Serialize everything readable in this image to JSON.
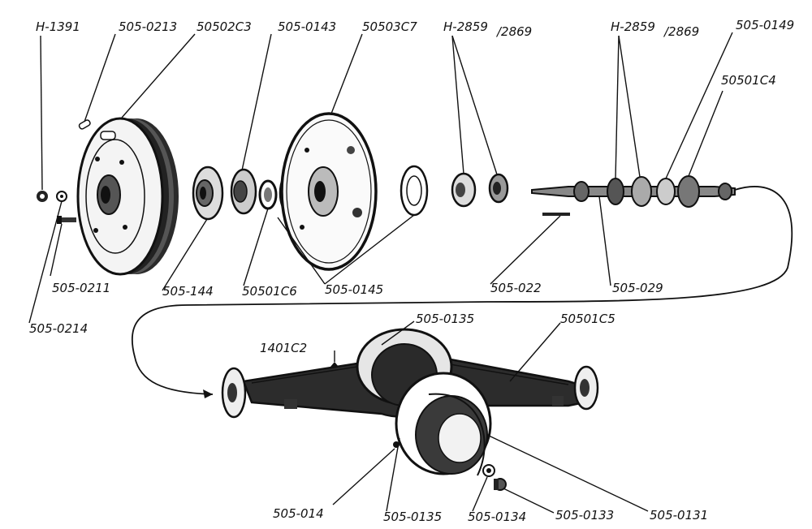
{
  "labels": {
    "h1391": "H-1391",
    "p505_0213": "505-0213",
    "p50502c3": "50502C3",
    "p505_0143": "505-0143",
    "p50503c7": "50503C7",
    "h2859_a": "H-2859",
    "h2869_a": "/2869",
    "h2859_b": "H-2859",
    "h2869_b": "/2869",
    "p505_0149": "505-0149",
    "p50501c4": "50501C4",
    "p505_0211": "505-0211",
    "p505_0214": "505-0214",
    "p505_144": "505-144",
    "p50501c6": "50501C6",
    "p505_0145": "505-0145",
    "p505_022": "505-022",
    "p505_029": "505-029",
    "p505_0135_top": "505-0135",
    "p1401c2": "1401C2",
    "p50501c5": "50501C5",
    "p505_014": "505-014",
    "p505_0135_bottom": "505-0135",
    "p505_0134": "505-0134",
    "p505_0133": "505-0133",
    "p505_0131": "505-0131"
  },
  "colors": {
    "ink": "#111111",
    "paper": "#ffffff",
    "shade": "#3a3a3a"
  }
}
